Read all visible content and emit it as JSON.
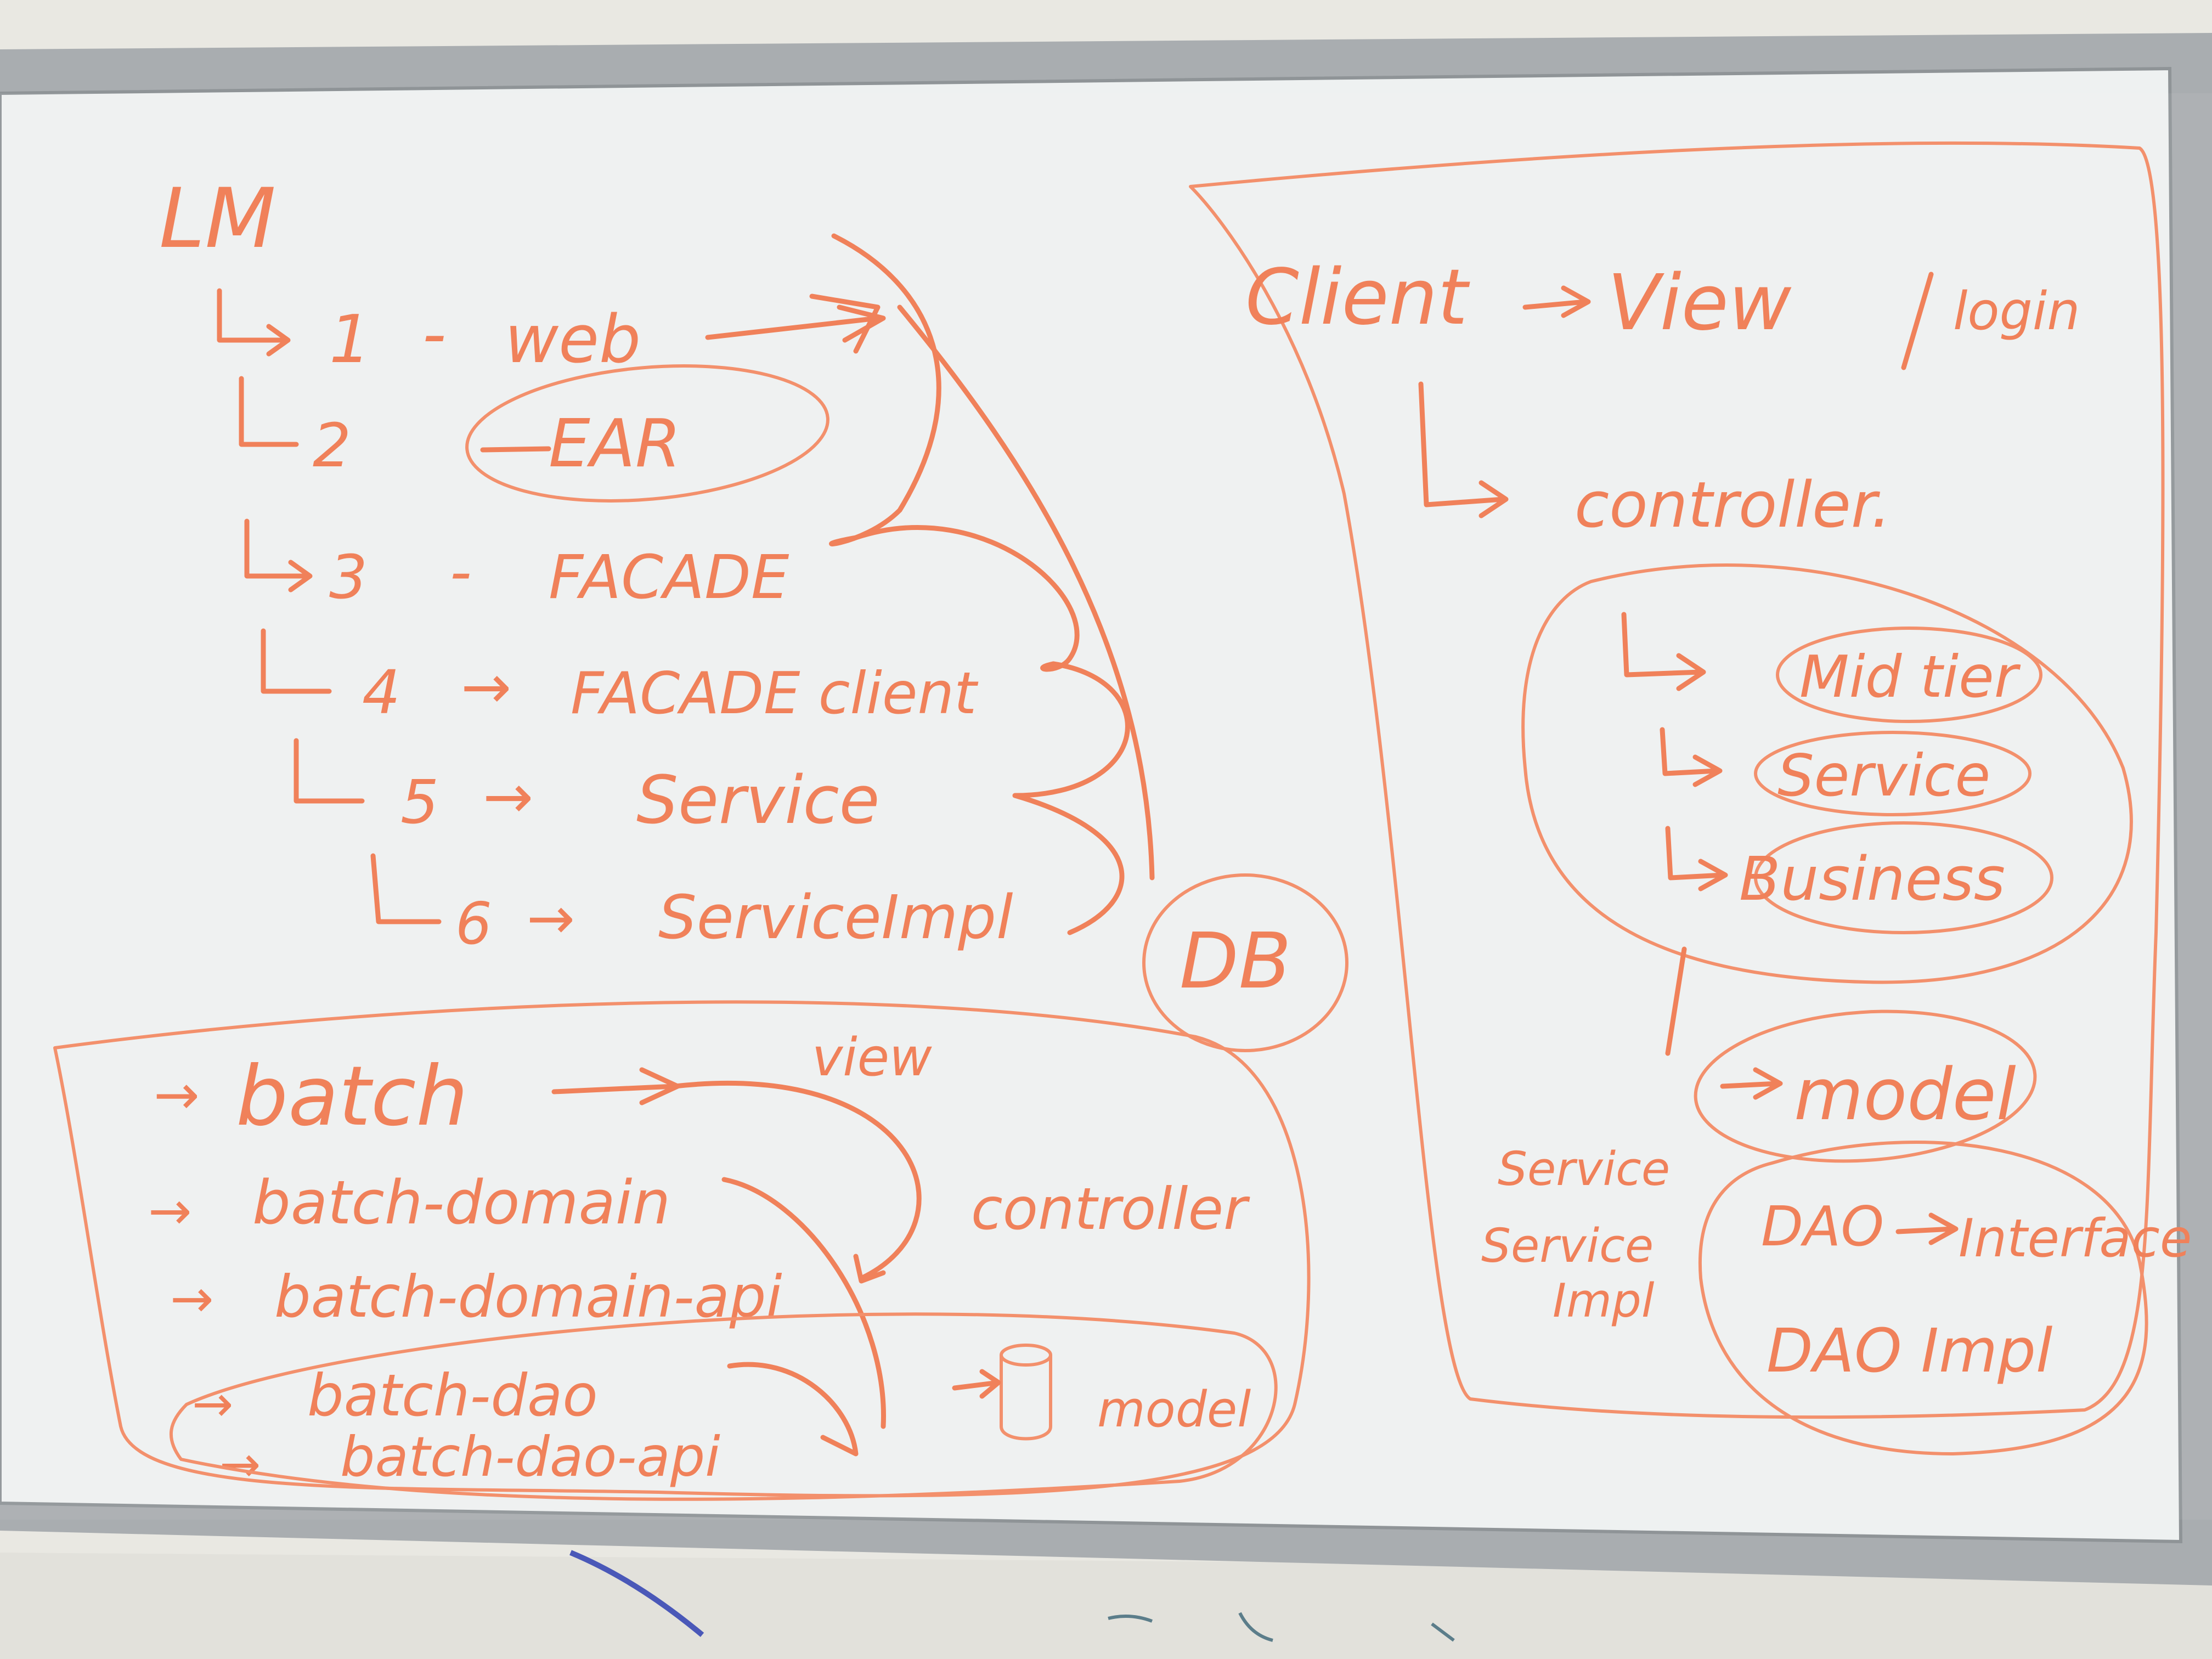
{
  "colors": {
    "wall": "#e9e8e2",
    "frame": "#a9adb0",
    "board": "#eef1f1",
    "ink": "#f07a50"
  },
  "left": {
    "title": "LM",
    "items": [
      {
        "num": "1",
        "sep": "-",
        "label": "web"
      },
      {
        "num": "2",
        "sep": "-",
        "label": "EAR"
      },
      {
        "num": "3",
        "sep": "-",
        "label": "FACADE"
      },
      {
        "num": "4",
        "sep": "→",
        "label": "FACADE client"
      },
      {
        "num": "5",
        "sep": "→",
        "label": "Service"
      },
      {
        "num": "6",
        "sep": "→",
        "label": "ServiceImpl"
      }
    ],
    "db": "DB"
  },
  "batch": {
    "items": [
      "batch",
      "batch-domain",
      "batch-domain-api",
      "batch-dao",
      "batch-dao-api"
    ],
    "view": "view",
    "controller": "controller",
    "model": "model"
  },
  "right": {
    "client": "Client",
    "view": "View",
    "login": "login",
    "controller": "controller.",
    "tiers": [
      "Mid tier",
      "Service",
      "Business"
    ],
    "model": "model",
    "service": "Service",
    "service_impl_1": "Service",
    "service_impl_2": "Impl",
    "dao_interface_1": "DAO",
    "dao_interface_2": "Interface",
    "dao_impl": "DAO Impl"
  }
}
